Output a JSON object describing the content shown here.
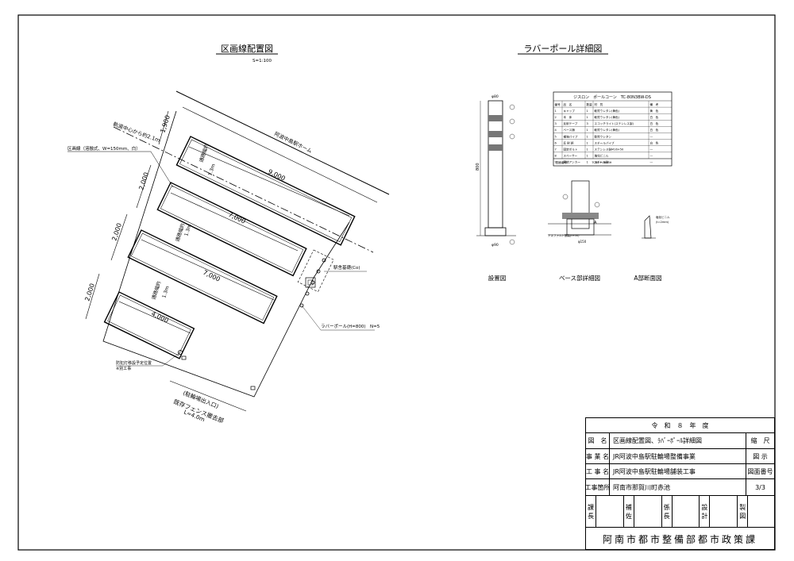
{
  "left_drawing": {
    "title": "区画線配置図",
    "scale": "S=1:100",
    "label_hatch": "区画線（溶融式、W=150mm、白）",
    "label_track_center": "軌道中心から約2.1m",
    "label_platform": "阿波中島駅ホーム",
    "label_station_foundation": "駅舎基礎(Co)",
    "label_rubber_pole": "ラバーポール(H=800)　N=5",
    "label_light": "防犯灯移設予定位置",
    "label_light_note": "※別工事",
    "label_entrance": "(駐輪場出入口)",
    "label_fence": "既存フェンス撤去部",
    "label_fence_len": "L=4.0m",
    "dim_1900": "1,900",
    "dim_9000": "9,000",
    "dim_2000a": "2,000",
    "dim_7000a": "7,000",
    "dim_2000b": "2,000",
    "dim_7000b": "7,000",
    "dim_2000c": "2,000",
    "dim_4000": "4,000",
    "aisle_a": "通路幅約",
    "aisle_b": "通路幅約",
    "aisle_c": "通路幅約",
    "aisle_val": "1.3m"
  },
  "right_drawing": {
    "title": "ラバーポール詳細図",
    "table_title": "ジスロン　ポールコーン　TC-80N3BW-DS",
    "table_headers": [
      "番号",
      "品　名",
      "数量",
      "材　質",
      "備　考"
    ],
    "table_rows": [
      [
        "1",
        "キャップ",
        "1",
        "軟質ウレタン(黄色)",
        "黄　色"
      ],
      [
        "2",
        "本　体",
        "1",
        "軟質ウレタン(黄色)",
        "白　色"
      ],
      [
        "3",
        "反射テープ",
        "3",
        "スコッチライト(ステンレス製)",
        "白　色"
      ],
      [
        "4",
        "ベース樋",
        "1",
        "軟質ウレタン(黄色)",
        "白　色"
      ],
      [
        "5",
        "補強パイプ",
        "1",
        "軟質ウレタン",
        "―"
      ],
      [
        "6",
        "反 射 鋲",
        "1",
        "スチールパイプ",
        "白　色"
      ],
      [
        "7",
        "固定ボルト",
        "1",
        "ステンレス製M16×50",
        "―"
      ],
      [
        "8",
        "スペーサー",
        "1",
        "塩化ビニル",
        "―"
      ],
      [
        "9",
        "緊結アンカー",
        "1",
        "スチール製",
        "―"
      ]
    ],
    "table_footer": "図面番号　　　　　　　　　TC80-F-3803H",
    "caption_install": "設置図",
    "caption_base": "ベース部詳細図",
    "caption_section": "A部断面図",
    "dim_height": "800",
    "dim_diameter": "φ80",
    "dim_base_w": "φ150",
    "dim_bottom": "φ90",
    "note_asphalt": "アスファルト舗装(t=50)",
    "note_a": "A",
    "note_spacer": "塩化ビニル",
    "note_spacer2": "(t=2ｍｍ)"
  },
  "title_block": {
    "year": "令　和　８　年　度",
    "label_drawing": "図　名",
    "value_drawing": "区画線配置図、ﾗﾊﾞｰﾎﾟｰﾙ詳細図",
    "label_scale": "縮　尺",
    "label_project": "事 業 名",
    "value_project": "JR阿波中島駅駐輪場整備事業",
    "value_scale": "図 示",
    "label_work": "工 事 名",
    "value_work": "JR阿波中島駅駐輪場舗装工事",
    "label_sheetno": "図面番号",
    "label_place": "工事箇所",
    "value_place": "阿南市那賀川町赤池",
    "value_sheetno": "3/3",
    "sig_labels": [
      "課\n長",
      "補\n佐",
      "係\n長",
      "設\n計",
      "製\n図"
    ],
    "department": "阿南市都市整備部都市政策課"
  }
}
